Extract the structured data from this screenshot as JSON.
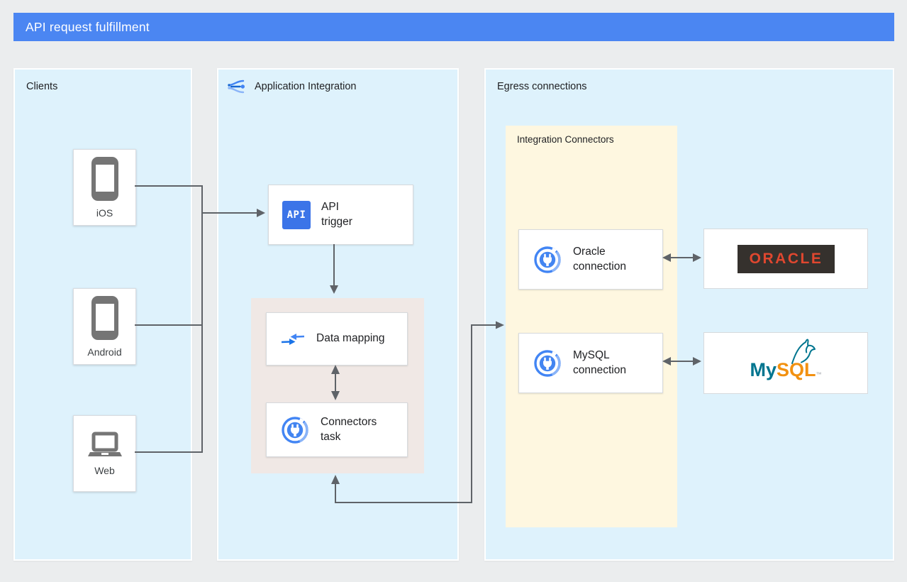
{
  "banner": {
    "title": "API request fulfillment"
  },
  "clients": {
    "title": "Clients",
    "items": [
      {
        "label": "iOS",
        "icon": "smartphone-icon"
      },
      {
        "label": "Android",
        "icon": "smartphone-icon"
      },
      {
        "label": "Web",
        "icon": "laptop-icon"
      }
    ]
  },
  "application_integration": {
    "title": "Application Integration",
    "header_icon": "application-integration-icon",
    "api_trigger": {
      "label": "API trigger",
      "icon_text": "API"
    },
    "integration_group": {
      "data_mapping": {
        "label": "Data mapping",
        "icon": "data-mapping-icon"
      },
      "connectors_task": {
        "label": "Connectors task",
        "icon": "connector-icon"
      }
    }
  },
  "egress": {
    "title": "Egress connections",
    "integration_connectors": {
      "title": "Integration Connectors",
      "oracle_connection": {
        "label": "Oracle connection",
        "icon": "connector-icon"
      },
      "mysql_connection": {
        "label": "MySQL connection",
        "icon": "connector-icon"
      }
    },
    "oracle_logo": {
      "text": "ORACLE"
    },
    "mysql_logo": {
      "my": "My",
      "sql": "SQL",
      "tm": "™"
    }
  },
  "colors": {
    "banner_blue": "#4B86F2",
    "panel_blue": "#DEF2FC",
    "connectors_yellow": "#FEF7E0",
    "integration_group_gray": "#F0E8E5",
    "line_gray": "#5F6368",
    "icon_gray": "#757575",
    "google_blue": "#4285F4",
    "oracle_red": "#E0472F",
    "oracle_dark": "#35312D",
    "mysql_teal": "#00758F",
    "mysql_orange": "#F29111"
  }
}
